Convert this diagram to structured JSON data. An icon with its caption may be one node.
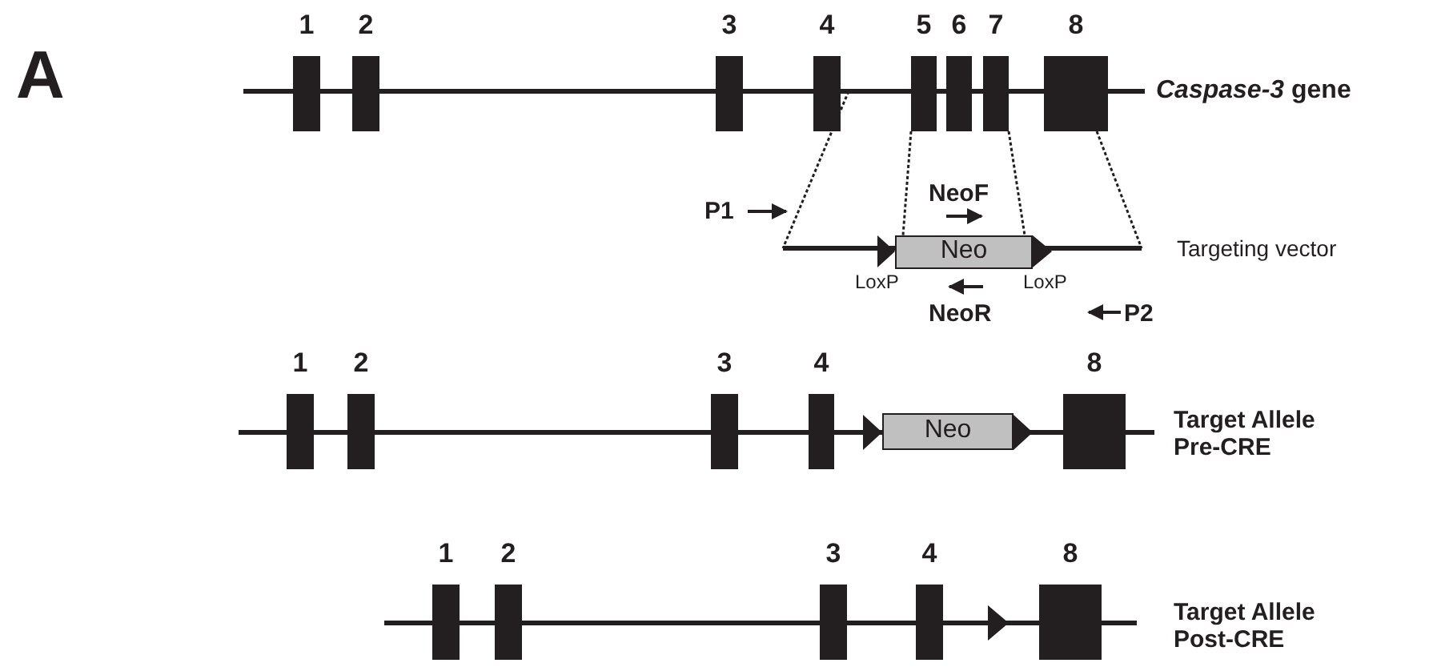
{
  "diagram": {
    "nodes": [
      {
        "text": [
          "1"
        ]
      },
      {
        "text": [
          "2"
        ]
      },
      {
        "text": [
          "3"
        ]
      },
      {
        "text": [
          "4"
        ]
      },
      {
        "text": [
          "5"
        ]
      },
      {
        "text": [
          "6"
        ]
      },
      {
        "text": [
          "7"
        ]
      },
      {
        "text": [
          "8"
        ]
      },
      {
        "text": [
          "Neo"
        ]
      },
      {
        "text": [
          "1"
        ]
      },
      {
        "text": [
          "2"
        ]
      },
      {
        "text": [
          "3"
        ]
      },
      {
        "text": [
          "4"
        ]
      },
      {
        "text": [
          "Neo"
        ]
      },
      {
        "text": [
          "8"
        ]
      },
      {
        "text": [
          "1"
        ]
      },
      {
        "text": [
          "2"
        ]
      },
      {
        "text": [
          "3"
        ]
      },
      {
        "text": [
          "4"
        ]
      },
      {
        "text": [
          "8"
        ]
      }
    ],
    "edges": [
      {
        "from": 4,
        "to": 8,
        "arrow": "none",
        "style": "dashed"
      },
      {
        "from": 6,
        "to": 8,
        "arrow": "none",
        "style": "dashed"
      }
    ],
    "labels": [
      "A",
      "*Caspase-3* gene",
      "P1",
      "NeoF",
      "Targeting vector",
      "LoxP",
      "LoxP",
      "NeoR",
      "P2",
      "Target Allele Pre-CRE",
      "Target Allele Post-CRE"
    ]
  }
}
